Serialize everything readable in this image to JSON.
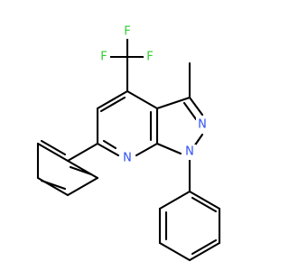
{
  "molecule": {
    "atoms": {
      "f1": {
        "label": "F",
        "color": "#33cc33"
      },
      "f2": {
        "label": "F",
        "color": "#33cc33"
      },
      "f3": {
        "label": "F",
        "color": "#33cc33"
      },
      "n_pyrazole_2": {
        "label": "N",
        "color": "#3050f8"
      },
      "n_pyrazole_1": {
        "label": "N",
        "color": "#3050f8"
      },
      "n_pyridine": {
        "label": "N",
        "color": "#3050f8"
      }
    },
    "bond_color": "#000000",
    "background": "#ffffff"
  }
}
